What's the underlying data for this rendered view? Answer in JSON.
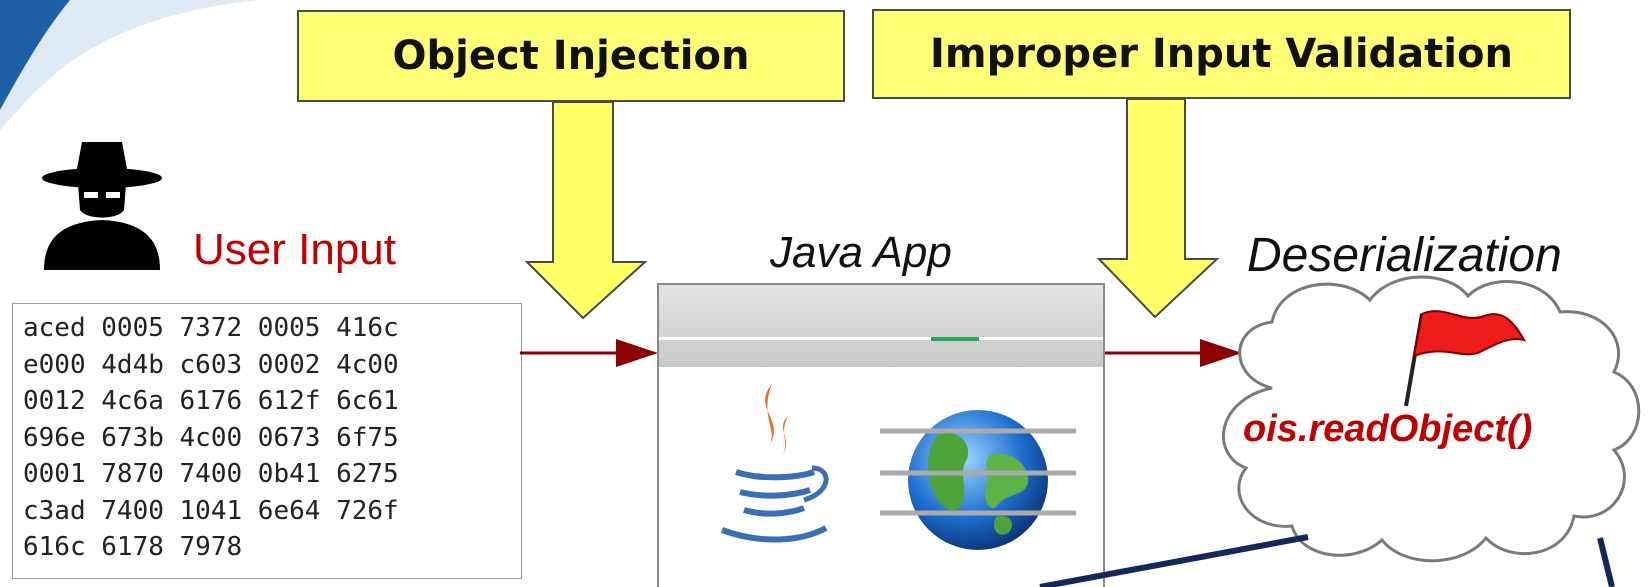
{
  "callouts": {
    "object_injection": "Object Injection",
    "improper_input_validation": "Improper Input Validation"
  },
  "labels": {
    "user_input": "User Input",
    "java_app": "Java App",
    "deserialization": "Deserialization",
    "method_call": "ois.readObject()"
  },
  "hex_lines": [
    "aced 0005 7372 0005 416c",
    "e000 4d4b c603 0002 4c00",
    "0012 4c6a 6176 612f 6c61",
    "696e 673b 4c00 0673 6f75",
    "0001 7870 7400 0b41 6275",
    "c3ad 7400 1041 6e64 726f",
    "616c 6178 7978"
  ],
  "icons": [
    "hacker-icon",
    "java-logo-icon",
    "globe-icon",
    "red-flag-icon"
  ],
  "colors": {
    "callout_fill": "#ffff77",
    "arrow_fill": "#ffff66",
    "flow_arrow": "#8b0000",
    "label_red": "#c00000",
    "accent_blue": "#1f5fa8"
  }
}
